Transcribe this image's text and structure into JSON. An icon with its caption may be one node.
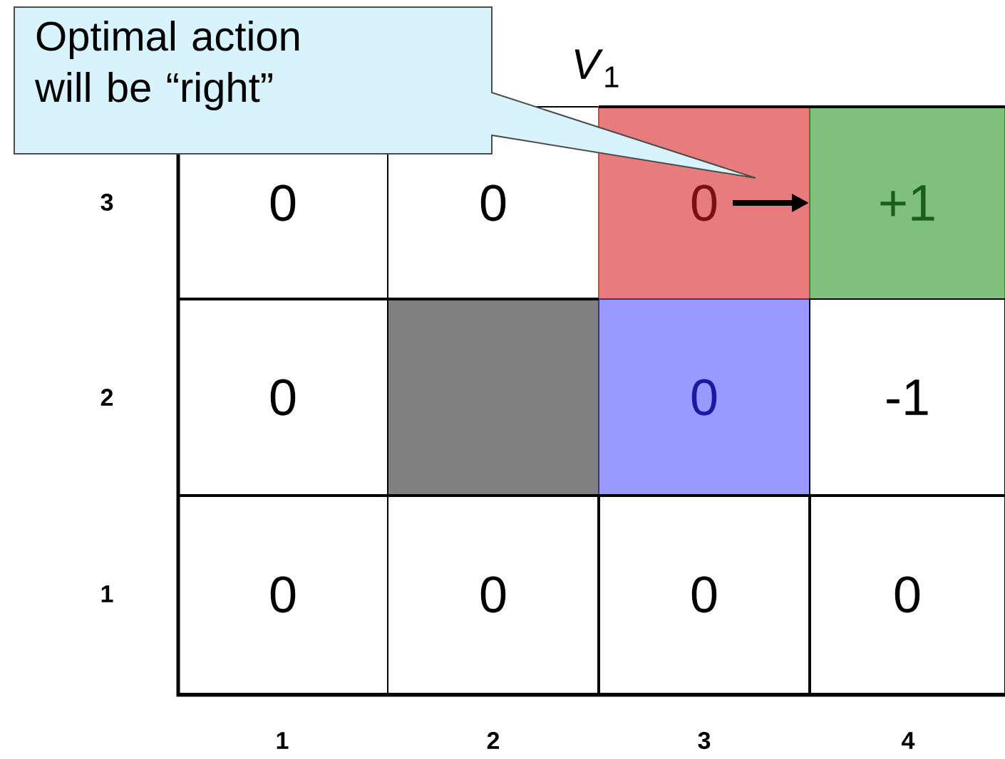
{
  "diagram": {
    "nodes": [
      {
        "text": [
          "Optimal action will be “right”"
        ]
      },
      {
        "text": [
          "0"
        ]
      },
      {
        "text": [
          "0"
        ]
      },
      {
        "text": [
          "0"
        ]
      },
      {
        "text": [
          "+1"
        ]
      },
      {
        "text": [
          "0"
        ]
      },
      {
        "text": [],
        "shape": "box"
      },
      {
        "text": [
          "0"
        ]
      },
      {
        "text": [
          "-1"
        ]
      },
      {
        "text": [
          "0"
        ]
      },
      {
        "text": [
          "0"
        ]
      },
      {
        "text": [
          "0"
        ]
      },
      {
        "text": [
          "0"
        ]
      }
    ],
    "edges": [
      {
        "from": 3,
        "to": 4,
        "arrow": "to"
      }
    ],
    "labels": [
      "*V*$_{1}$",
      "3",
      "2",
      "1",
      "1",
      "2",
      "3",
      "4"
    ]
  }
}
